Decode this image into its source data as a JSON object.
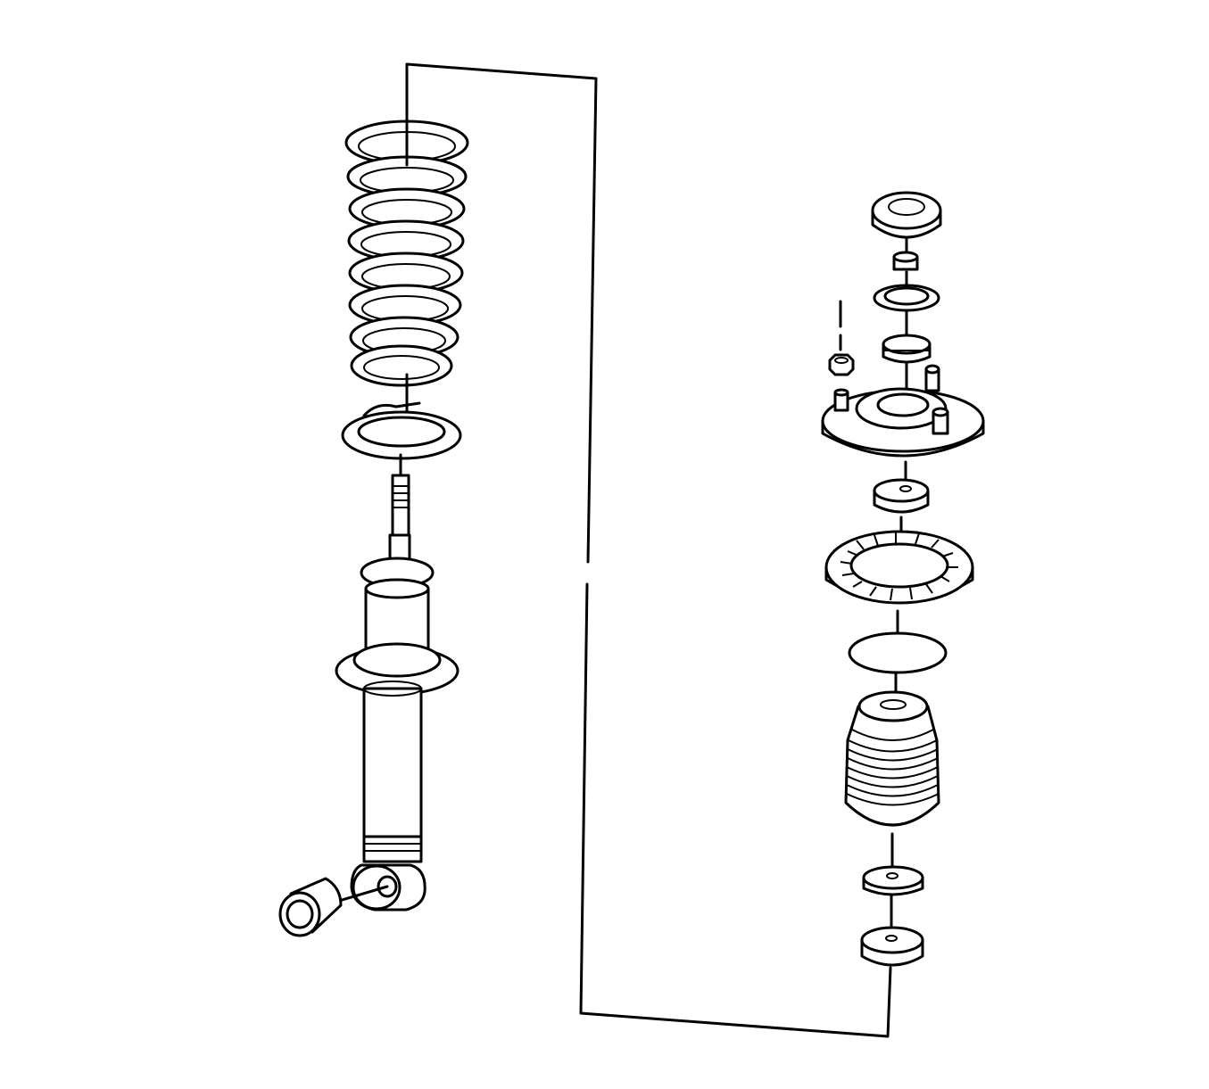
{
  "diagram": {
    "description_visible_text": "",
    "line_color": "#000000",
    "background_color": "#ffffff",
    "left_assembly": [
      "coil-spring",
      "lower-spring-insulator",
      "shock-absorber",
      "lower-bushing"
    ],
    "right_assembly": [
      "dust-cap",
      "upper-nut",
      "washer",
      "upper-insulator",
      "mount-nut",
      "upper-mount",
      "spacer",
      "upper-spring-seat",
      "retainer-washer",
      "dust-boot",
      "bumper",
      "lower-insulator"
    ]
  }
}
